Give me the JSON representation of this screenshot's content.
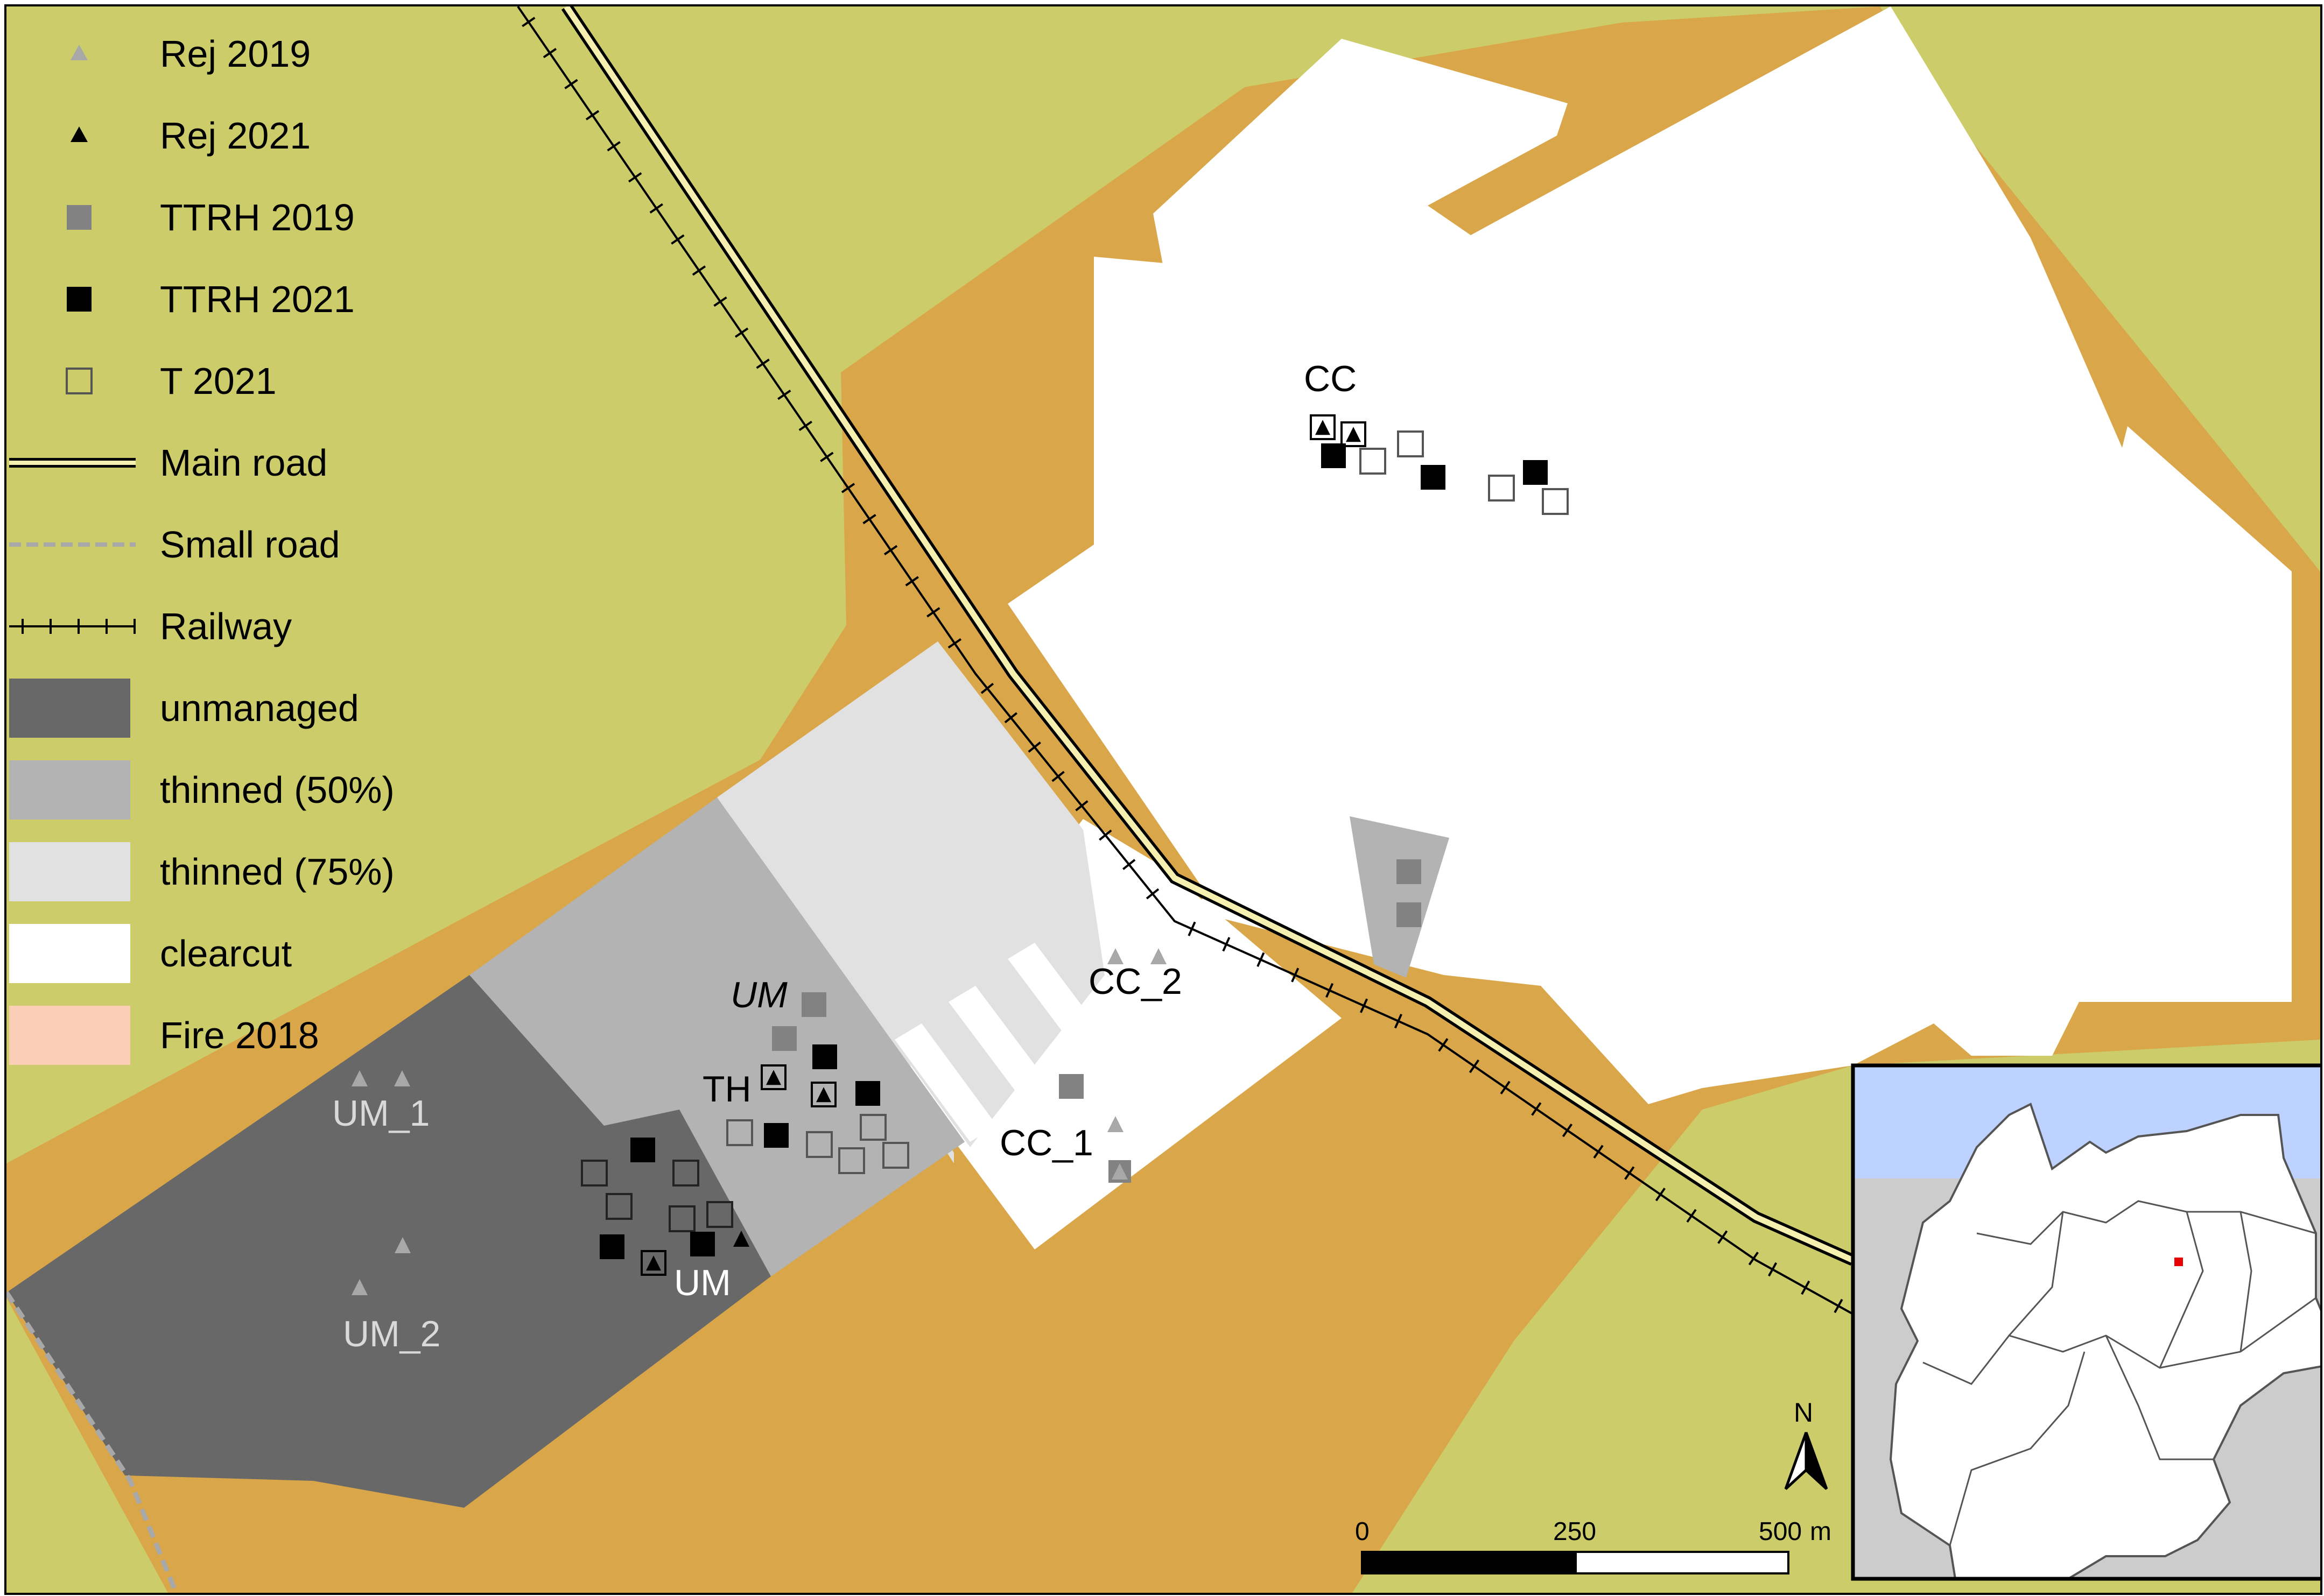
{
  "legend": {
    "items": [
      {
        "key": "rej2019",
        "label": "Rej 2019"
      },
      {
        "key": "rej2021",
        "label": "Rej 2021"
      },
      {
        "key": "ttrh2019",
        "label": "TTRH 2019"
      },
      {
        "key": "ttrh2021",
        "label": "TTRH 2021"
      },
      {
        "key": "t2021",
        "label": "T 2021"
      },
      {
        "key": "mainroad",
        "label": "Main road"
      },
      {
        "key": "smallroad",
        "label": "Small road"
      },
      {
        "key": "railway",
        "label": "Railway"
      },
      {
        "key": "unmanaged",
        "label": "unmanaged"
      },
      {
        "key": "thinned50",
        "label": "thinned (50%)"
      },
      {
        "key": "thinned75",
        "label": "thinned (75%)"
      },
      {
        "key": "clearcut",
        "label": "clearcut"
      },
      {
        "key": "fire2018",
        "label": "Fire 2018"
      }
    ]
  },
  "site_labels": {
    "cc": "CC",
    "cc_1": "CC_1",
    "cc_2": "CC_2",
    "th": "TH",
    "um": "UM",
    "um_italic": "UM",
    "um_1": "UM_1",
    "um_2": "UM_2"
  },
  "scalebar": {
    "tick_0": "0",
    "tick_mid": "250",
    "tick_end": "500",
    "unit": "m"
  },
  "north_arrow": {
    "label": "N"
  },
  "colors": {
    "background_green": "#cccd6a",
    "fire_orange": "#d9a64a",
    "unmanaged": "#686868",
    "thinned50": "#b3b3b3",
    "thinned75": "#e1e1e1",
    "clearcut": "#ffffff",
    "fire2018_legend": "#fbcfb5",
    "rej2019": "#a8a8a8",
    "ttrh2019": "#828282",
    "inset_sea": "#bed2ff",
    "inset_neighbours": "#cccccc",
    "inset_location": "#e60000"
  }
}
